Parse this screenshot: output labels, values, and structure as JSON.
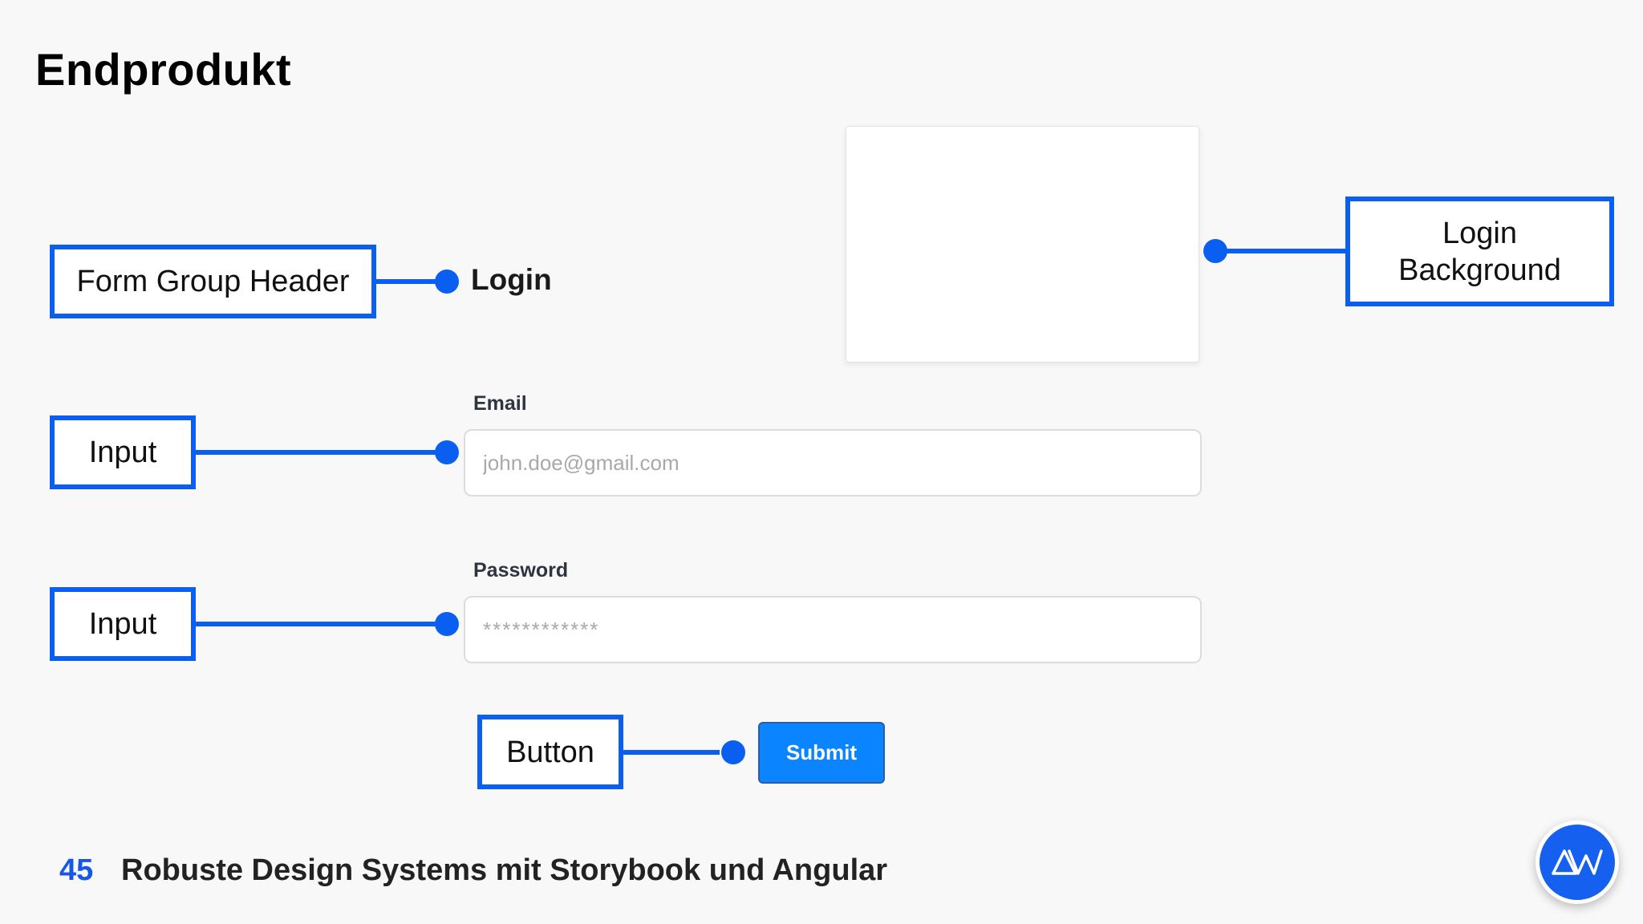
{
  "slide": {
    "title": "Endprodukt",
    "page_number": "45",
    "footer_title": "Robuste Design Systems mit Storybook und Angular"
  },
  "annotations": {
    "form_group_header": "Form Group Header",
    "input_email": "Input",
    "input_password": "Input",
    "button": "Button",
    "login_background_line1": "Login",
    "login_background_line2": "Background"
  },
  "form": {
    "header": "Login",
    "email_label": "Email",
    "email_placeholder": "john.doe@gmail.com",
    "password_label": "Password",
    "password_placeholder": "************",
    "submit_label": "Submit"
  },
  "colors": {
    "annotation_blue": "#0a5ff0",
    "button_blue": "#0a84ff",
    "page_number_blue": "#1558e8",
    "background": "#f8f8f9"
  },
  "icons": {
    "brand": "brand-logo-icon"
  }
}
